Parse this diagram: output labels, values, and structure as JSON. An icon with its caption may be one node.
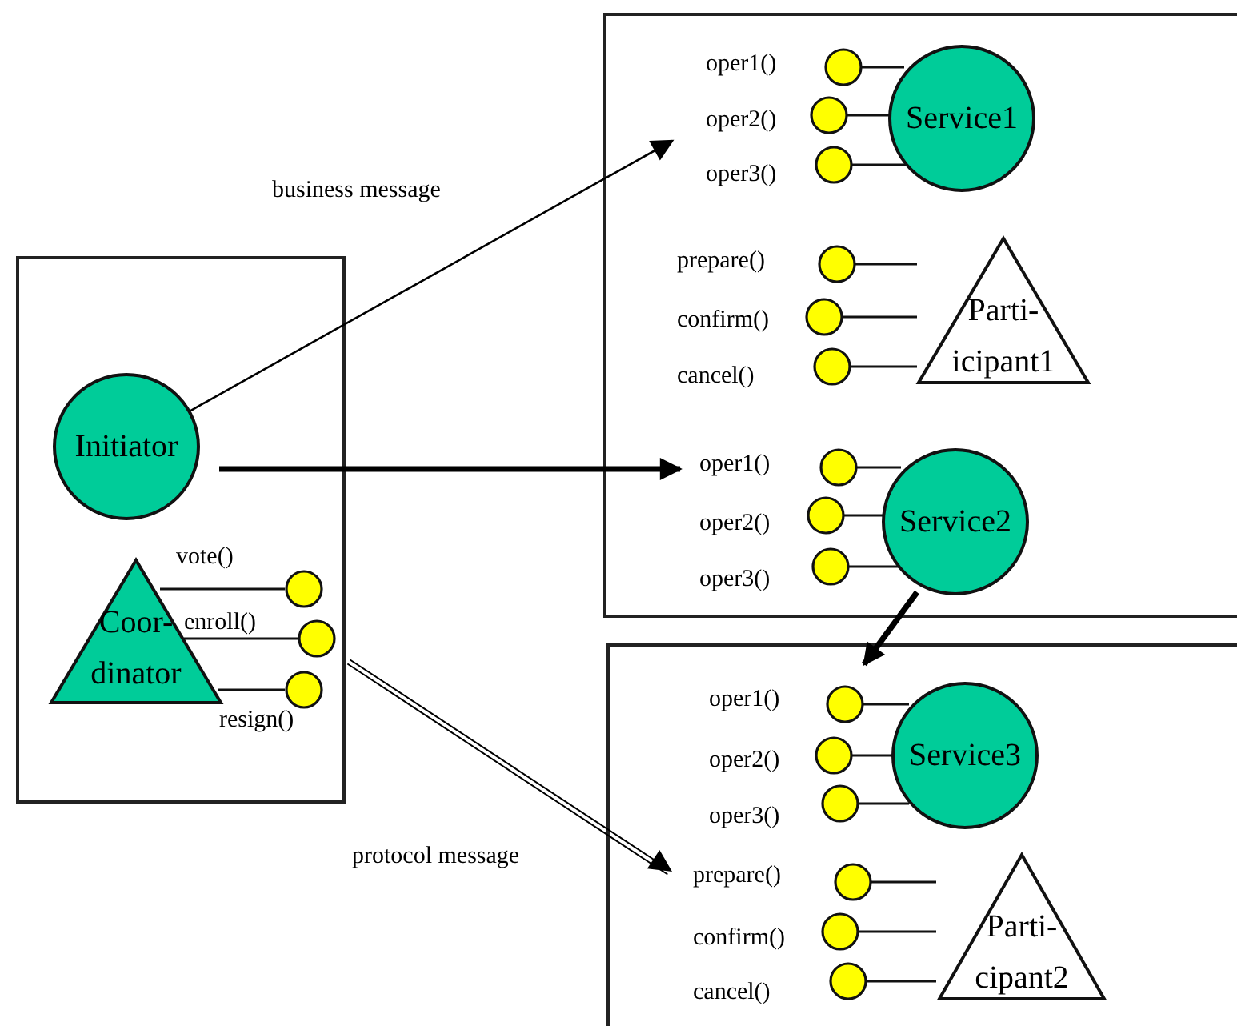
{
  "diagram": {
    "nodes": [
      {
        "text": [],
        "shape": "box"
      },
      {
        "text": [
          "Initiator"
        ],
        "in": 0
      },
      {
        "text": [
          "Coor- dinator"
        ],
        "in": 0
      },
      {
        "text": [],
        "shape": "box"
      },
      {
        "text": [
          "Service1"
        ],
        "in": 3
      },
      {
        "text": [
          "Parti- icipant1"
        ],
        "in": 3
      },
      {
        "text": [
          "Service2"
        ],
        "in": 3
      },
      {
        "text": [],
        "shape": "box"
      },
      {
        "text": [
          "Service3"
        ],
        "in": 7
      },
      {
        "text": [
          "Parti- cipant2"
        ],
        "in": 7
      }
    ],
    "edges": [
      {
        "from": 1,
        "to": 3,
        "arrow": "to",
        "label": "business message"
      },
      {
        "from": 1,
        "to": 3,
        "arrow": "to",
        "style": "thick"
      },
      {
        "from": 6,
        "to": 7,
        "arrow": "to",
        "style": "thick"
      },
      {
        "from": 2,
        "to": 7,
        "arrow": "to",
        "label": "protocol message"
      }
    ],
    "labels": [
      "oper1()",
      "oper2()",
      "oper3()",
      "prepare()",
      "confirm()",
      "cancel()",
      "vote()",
      "enroll()",
      "resign()",
      "oper1()",
      "oper2()",
      "oper3()",
      "oper1()",
      "oper2()",
      "oper3()",
      "prepare()",
      "confirm()",
      "cancel()"
    ]
  }
}
